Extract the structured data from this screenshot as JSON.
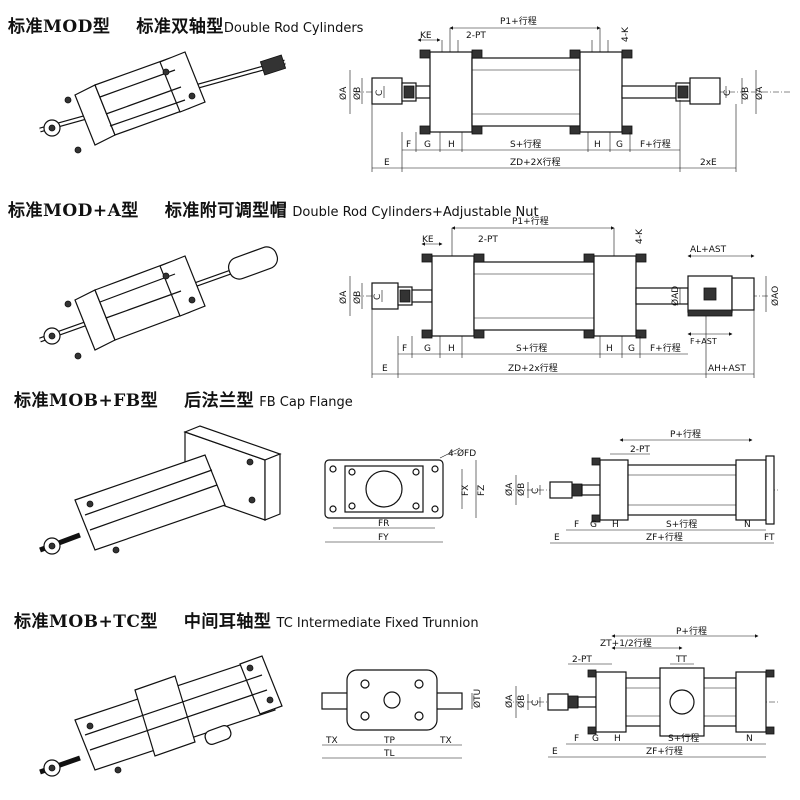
{
  "sections": [
    {
      "id": "mod",
      "title_cn": "标准MOD型",
      "subtitle_cn": "标准双轴型",
      "subtitle_en": "Double Rod Cylinders",
      "labels": {
        "top": [
          "KE",
          "2-PT",
          "P1+行程",
          "4-K"
        ],
        "left": [
          "ØA",
          "ØB",
          "C"
        ],
        "right": [
          "C",
          "ØB",
          "ØA"
        ],
        "bottom": [
          "F",
          "G",
          "H",
          "S+行程",
          "H",
          "G",
          "F+行程"
        ],
        "base": [
          "E",
          "ZD+2X行程",
          "2xE"
        ]
      }
    },
    {
      "id": "mod_a",
      "title_cn": "标准MOD+A型",
      "subtitle_cn": "标准附可调型帽",
      "subtitle_en": "Double Rod Cylinders+Adjustable Nut",
      "labels": {
        "top": [
          "KE",
          "2-PT",
          "P1+行程",
          "4-K",
          "AL+AST"
        ],
        "left": [
          "ØA",
          "ØB",
          "C"
        ],
        "right": [
          "ØAD",
          "ØAO"
        ],
        "inner": [
          "F+AST"
        ],
        "bottom": [
          "F",
          "G",
          "H",
          "S+行程",
          "H",
          "G",
          "F+行程"
        ],
        "base": [
          "E",
          "ZD+2x行程",
          "AH+AST"
        ]
      }
    },
    {
      "id": "mob_fb",
      "title_cn": "标准MOB+FB型",
      "subtitle_cn": "后法兰型",
      "subtitle_en": "FB Cap Flange",
      "flange_labels": [
        "4-ØFD",
        "FX",
        "FZ",
        "FR",
        "FY"
      ],
      "labels": {
        "top": [
          "P+行程",
          "2-PT"
        ],
        "left": [
          "ØA",
          "ØB",
          "C"
        ],
        "bottom": [
          "F",
          "G",
          "H",
          "S+行程",
          "N"
        ],
        "base": [
          "E",
          "ZF+行程",
          "FT"
        ]
      }
    },
    {
      "id": "mob_tc",
      "title_cn": "标准MOB+TC型",
      "subtitle_cn": "中间耳轴型",
      "subtitle_en": "TC Intermediate Fixed Trunnion",
      "trunnion_labels": [
        "ØTU",
        "TX",
        "TP",
        "TX",
        "TL"
      ],
      "labels": {
        "top": [
          "P+行程",
          "ZT+1/2行程",
          "2-PT",
          "TT"
        ],
        "left": [
          "ØA",
          "ØB",
          "C"
        ],
        "bottom": [
          "F",
          "G",
          "H",
          "S+行程",
          "N"
        ],
        "base": [
          "E",
          "ZF+行程"
        ]
      }
    }
  ]
}
